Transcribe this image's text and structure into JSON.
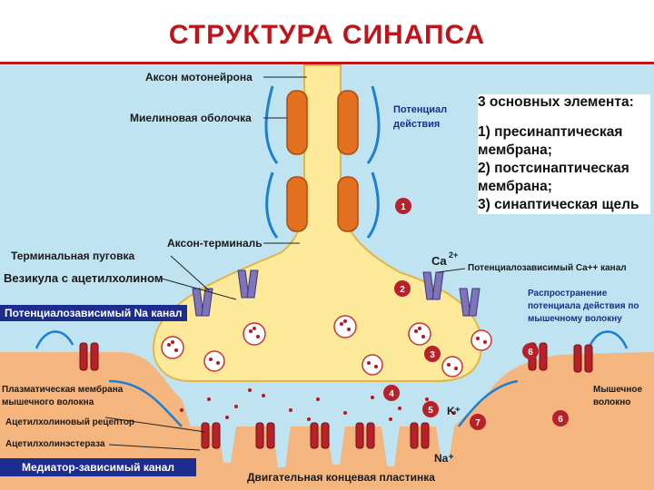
{
  "title": "СТРУКТУРА СИНАПСА",
  "side_panel": {
    "heading": "3 основных элемента:",
    "items": [
      "1) пресинаптическая мембрана;",
      "2) постсинаптическая мембрана;",
      "3) синаптическая щель"
    ]
  },
  "labels": {
    "axon": "Аксон мотонейрона",
    "myelin": "Миелиновая оболочка",
    "action_potential_1": "Потенциал",
    "action_potential_2": "действия",
    "terminal_button": "Терминальная пуговка",
    "axon_terminal": "Аксон-терминаль",
    "vesicle": "Везикула с ацетилхолином",
    "na_channel": "Потенциалозависимый Na канал",
    "ca_channel": "Потенциалозависимый Ca++ канал",
    "ca_ion": "Ca",
    "ca_charge": "2+",
    "spread_1": "Распространение",
    "spread_2": "потенциала действия по",
    "spread_3": "мышечному волокну",
    "plasma_1": "Плазматическая мембрана",
    "plasma_2": "мышечного волокна",
    "ach_receptor": "Ацетилхолиновый рецептор",
    "ache": "Ацетилхолинэстераза",
    "mediator_channel": "Медиатор-зависимый канал",
    "muscle_1": "Мышечное",
    "muscle_2": "волокно",
    "k_ion": "K⁺",
    "na_ion": "Na⁺",
    "endplate": "Двигательная концевая пластинка"
  },
  "steps": [
    "1",
    "2",
    "3",
    "4",
    "5",
    "6",
    "7",
    "6"
  ],
  "colors": {
    "title": "#c0141b",
    "cleft": "#bfe3f0",
    "terminal": "#fde99a",
    "muscle": "#f4b57e",
    "myelin": "#e2701f",
    "channel": "#7e74b8",
    "receptor": "#b8202a",
    "step_badge": "#b8202a",
    "label_box": "#1c2d8f"
  }
}
